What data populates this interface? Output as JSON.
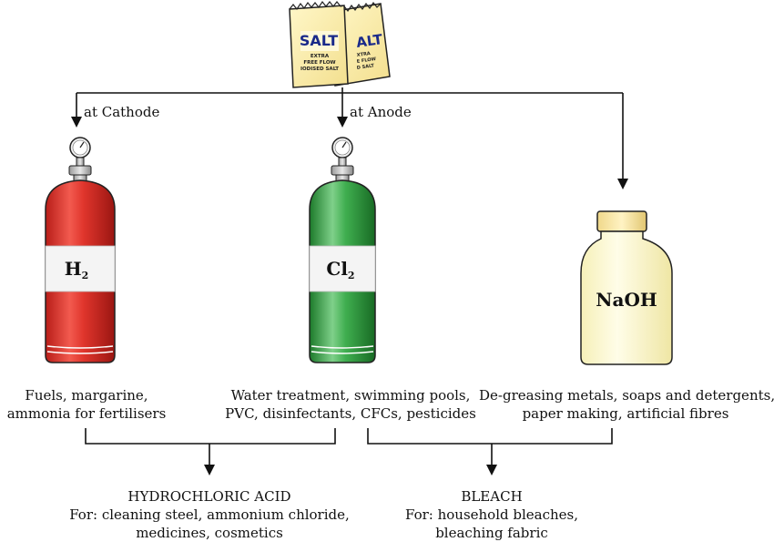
{
  "salt_packet": {
    "brand": "SALT",
    "brand_back": "ALT",
    "line1": "EXTRA",
    "line2": "FREE FLOW",
    "line3": "IODISED SALT",
    "back_line1": "XTRA",
    "back_line2": "E FLOW",
    "back_line3": "D SALT"
  },
  "arrows": {
    "cathode": "at Cathode",
    "anode": "at Anode"
  },
  "products": {
    "h2": {
      "symbol": "H",
      "subscript": "2",
      "color": "#d42b24"
    },
    "cl2": {
      "symbol": "Cl",
      "subscript": "2",
      "color": "#2f9a3c"
    },
    "naoh": {
      "label": "NaOH",
      "color": "#fdfad0"
    }
  },
  "uses": {
    "h2": [
      "Fuels, margarine,",
      "ammonia for fertilisers"
    ],
    "cl2": [
      "Water treatment, swimming pools,",
      "PVC, disinfectants, CFCs, pesticides"
    ],
    "naoh": [
      "De-greasing metals, soaps and detergents,",
      "paper making, artificial fibres"
    ]
  },
  "derived": {
    "hcl": [
      "HYDROCHLORIC ACID",
      "For: cleaning steel, ammonium chloride,",
      "medicines, cosmetics"
    ],
    "bleach": [
      "BLEACH",
      "For: household bleaches,",
      "bleaching fabric"
    ]
  }
}
